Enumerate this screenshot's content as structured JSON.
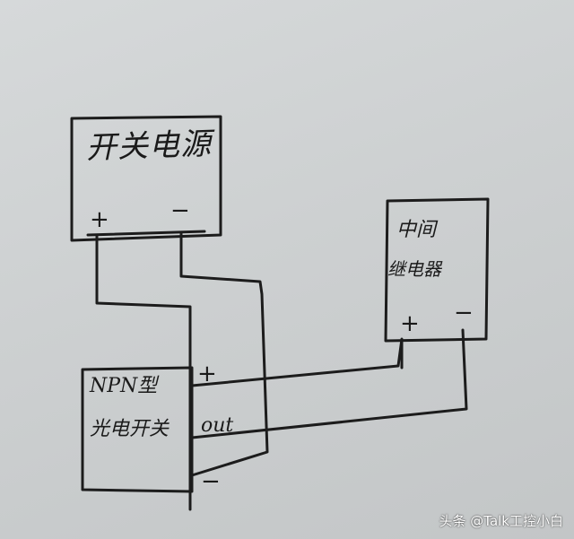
{
  "diagram": {
    "power_supply": {
      "label": "开关电源",
      "plus": "+",
      "minus": "−"
    },
    "relay": {
      "label_line1": "中间",
      "label_line2": "继电器",
      "plus": "+",
      "minus": "−"
    },
    "sensor": {
      "label_line1": "NPN型",
      "label_line2": "光电开关",
      "plus": "+",
      "out": "out",
      "minus": "−"
    }
  },
  "watermark": "头条 @Talk工控小白"
}
